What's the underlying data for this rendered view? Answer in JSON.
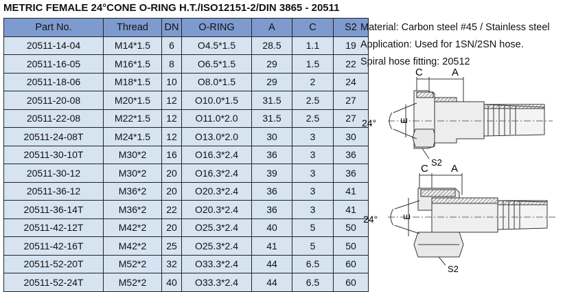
{
  "title": "METRIC FEMALE 24°CONE O-RING H.T./ISO12151-2/DIN 3865 - 20511",
  "table": {
    "headers": [
      "Part No.",
      "Thread",
      "DN",
      "O-RING",
      "A",
      "C",
      "S2"
    ],
    "rows": [
      [
        "20511-14-04",
        "M14*1.5",
        "6",
        "O4.5*1.5",
        "28.5",
        "1.1",
        "19"
      ],
      [
        "20511-16-05",
        "M16*1.5",
        "8",
        "O6.5*1.5",
        "29",
        "1.5",
        "22"
      ],
      [
        "20511-18-06",
        "M18*1.5",
        "10",
        "O8.0*1.5",
        "29",
        "2",
        "24"
      ],
      [
        "20511-20-08",
        "M20*1.5",
        "12",
        "O10.0*1.5",
        "31.5",
        "2.5",
        "27"
      ],
      [
        "20511-22-08",
        "M22*1.5",
        "12",
        "O11.0*2.0",
        "31.5",
        "2.5",
        "27"
      ],
      [
        "20511-24-08T",
        "M24*1.5",
        "12",
        "O13.0*2.0",
        "30",
        "3",
        "30"
      ],
      [
        "20511-30-10T",
        "M30*2",
        "16",
        "O16.3*2.4",
        "36",
        "3",
        "36"
      ],
      [
        "20511-30-12",
        "M30*2",
        "20",
        "O16.3*2.4",
        "39",
        "3",
        "36"
      ],
      [
        "20511-36-12",
        "M36*2",
        "20",
        "O20.3*2.4",
        "36",
        "3",
        "41"
      ],
      [
        "20511-36-14T",
        "M36*2",
        "22",
        "O20.3*2.4",
        "36",
        "3",
        "41"
      ],
      [
        "20511-42-12T",
        "M42*2",
        "20",
        "O25.3*2.4",
        "40",
        "5",
        "50"
      ],
      [
        "20511-42-16T",
        "M42*2",
        "25",
        "O25.3*2.4",
        "41",
        "5",
        "50"
      ],
      [
        "20511-52-20T",
        "M52*2",
        "32",
        "O33.3*2.4",
        "44",
        "6.5",
        "60"
      ],
      [
        "20511-52-24T",
        "M52*2",
        "40",
        "O33.3*2.4",
        "44",
        "6.5",
        "60"
      ]
    ]
  },
  "notes": [
    "Material: Carbon steel #45 / Stainless steel",
    "Application: Used for 1SN/2SN hose.",
    "Spiral hose fitting: 20512"
  ],
  "drawing": {
    "top": {
      "label_c": "C",
      "label_a": "A",
      "label_angle": "24°",
      "label_e": "E",
      "label_s2": "S2"
    },
    "bottom": {
      "label_c": "C",
      "label_a": "A",
      "label_angle": "24°",
      "label_e": "E",
      "label_s2": "S2"
    }
  },
  "colors": {
    "header_bg": "#7e9bd0",
    "cell_bg": "#d6e3f1"
  }
}
